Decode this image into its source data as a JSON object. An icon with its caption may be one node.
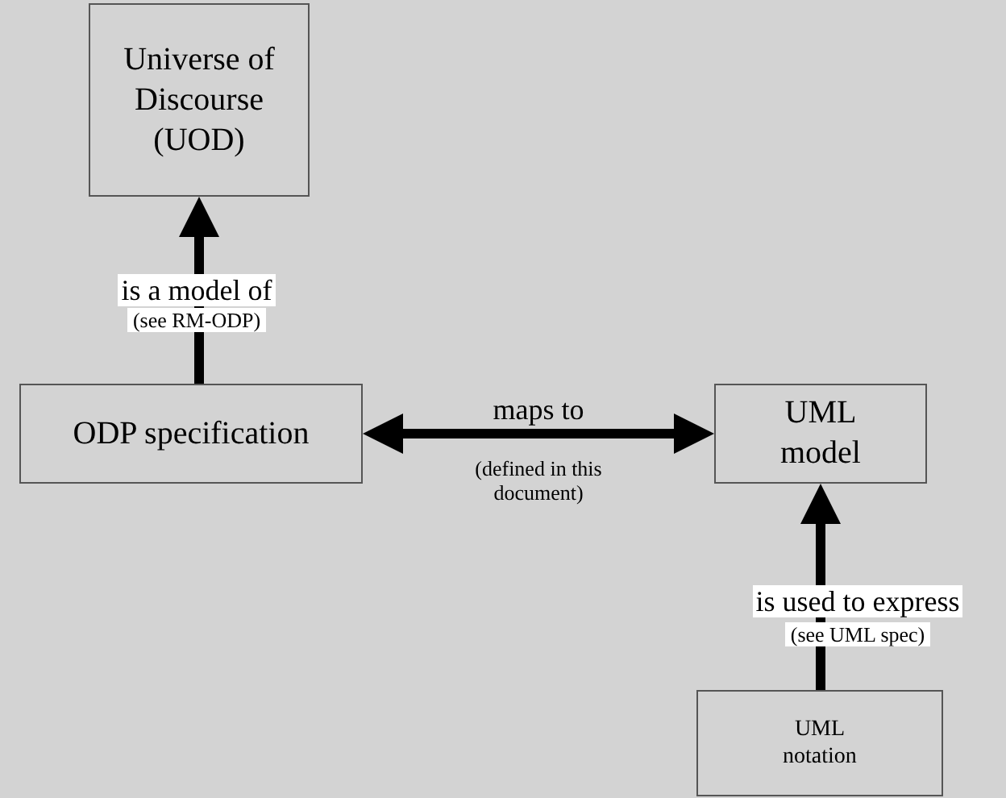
{
  "diagram": {
    "nodes": [
      {
        "text": [
          "Universe of Discourse (UOD)"
        ]
      },
      {
        "text": [
          "ODP specification"
        ]
      },
      {
        "text": [
          "UML model"
        ]
      },
      {
        "text": [
          "UML notation"
        ]
      }
    ],
    "edges": [
      {
        "from": 1,
        "to": 0,
        "arrow": "to",
        "label": "is a model of"
      },
      {
        "from": 1,
        "to": 2,
        "arrow": "both",
        "label": "maps to"
      },
      {
        "from": 3,
        "to": 2,
        "arrow": "to",
        "label": "is used to express"
      }
    ],
    "labels": [
      "(see RM-ODP)",
      "(defined in this document)",
      "(see UML spec)"
    ]
  }
}
